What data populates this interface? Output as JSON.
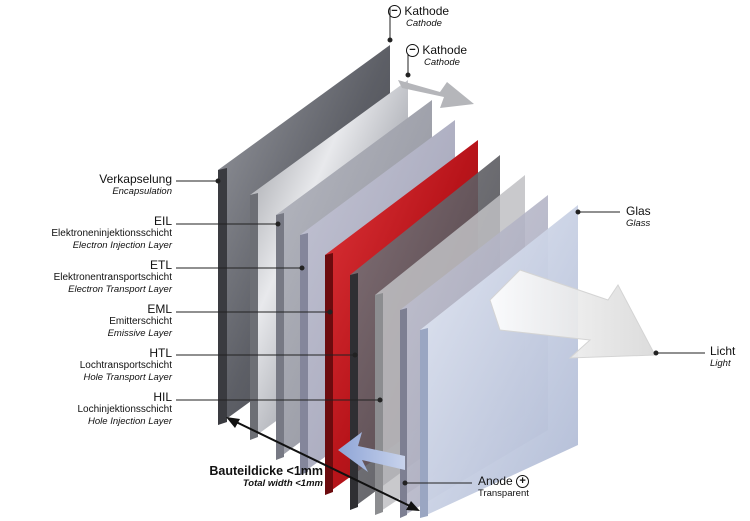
{
  "labels": {
    "cathode_top": {
      "symbol": "−",
      "main": "Kathode",
      "en": "Cathode"
    },
    "cathode": {
      "symbol": "−",
      "main": "Kathode",
      "en": "Cathode"
    },
    "encapsulation": {
      "main": "Verkapselung",
      "en": "Encapsulation"
    },
    "eil": {
      "main": "EIL",
      "de": "Elektroneninjektionsschicht",
      "en": "Electron Injection Layer"
    },
    "etl": {
      "main": "ETL",
      "de": "Elektronentransportschicht",
      "en": "Electron Transport Layer"
    },
    "eml": {
      "main": "EML",
      "de": "Emitterschicht",
      "en": "Emissive Layer"
    },
    "htl": {
      "main": "HTL",
      "de": "Lochtransportschicht",
      "en": "Hole Transport Layer"
    },
    "hil": {
      "main": "HIL",
      "de": "Lochinjektionsschicht",
      "en": "Hole Injection Layer"
    },
    "glass": {
      "main": "Glas",
      "en": "Glass"
    },
    "light": {
      "main": "Licht",
      "en": "Light"
    },
    "anode": {
      "symbol": "+",
      "main": "Anode",
      "en": "Transparent"
    },
    "thickness": {
      "main": "Bauteildicke <1mm",
      "en": "Total width <1mm"
    }
  },
  "colors": {
    "emissive_red": "#c4161c",
    "glass_blue": "#c9d4ea",
    "encapsulation_dark": "#5b5d64"
  }
}
